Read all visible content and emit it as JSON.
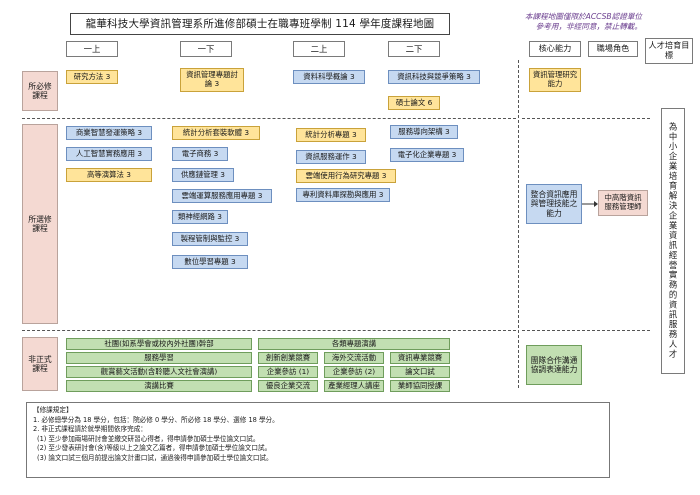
{
  "title": "龍華科技大學資訊管理系所進修部碩士在職專班學制 114 學年度課程地圖",
  "note": [
    "本課程地圖僅限於ACCSB認證單位",
    "參考用，非經同意，禁止轉載。"
  ],
  "semesters": [
    "一上",
    "一下",
    "二上",
    "二下"
  ],
  "right_headers": {
    "core": "核心能力",
    "role": "職場角色",
    "talent": "人才培育目標"
  },
  "categories": {
    "required": "所必修課程",
    "elective": "所選修課程",
    "informal": "非正式課程"
  },
  "required": {
    "s1": "研究方法 3",
    "s2": "資訊管理專題討論 3",
    "s3": "資料科學概論 3",
    "s4a": "資訊科技與競爭策略 3",
    "s4b": "碩士論文 6"
  },
  "required_core": "資訊管理研究能力",
  "elective": {
    "s1": [
      "商業智慧發運策略 3",
      "人工智慧實務應用 3",
      "高等演算法 3"
    ],
    "s2": [
      "統計分析套裝軟體 3",
      "電子商務 3",
      "供應鏈管理 3",
      "雲端運算服務應用專題 3",
      "類神經網路 3",
      "製程管制與監控 3",
      "數位學習專題 3"
    ],
    "s3": [
      "統計分析專題 3",
      "資訊服務運作 3",
      "雲端使用行為研究專題 3",
      "專利資料庫探勘與應用 3"
    ],
    "s4": [
      "服務導向架構 3",
      "電子化企業專題 3"
    ]
  },
  "elective_core": "整合資訊應用與管理技能之能力",
  "elective_role": "中高階資訊服務管理師",
  "talent_goal": "為中小企業培育解決企業資訊經營實務的資訊服務人才",
  "informal": {
    "row1_left": "社團(如系學會或校內外社團)幹部",
    "row1_right": "各類專題演講",
    "row2_left": "服務學習",
    "row2_mid": [
      "創新創業競賽",
      "海外交流活動",
      "資訊專業競賽"
    ],
    "row3_left": "觀賞藝文活動(含聆聽人文社會演講)",
    "row3_mid": [
      "企業參訪 (1)",
      "企業參訪 (2)",
      "論文口試"
    ],
    "row4_left": "演講比賽",
    "row4_mid": [
      "優良企業交流",
      "產業經理人講座",
      "業師協同授課"
    ]
  },
  "informal_core": "團隊合作溝通協調表達能力",
  "rules": [
    "【修課規定】",
    "1. 必修總學分為 18 學分，包括：院必修 0 學分、所必修 18 學分、選修 18 學分。",
    "2. 非正式課程請於就學期間依序完成：",
    "(1) 至少參加兩場研討會並繳交研習心得者，得申請參加碩士學位論文口試。",
    "(2) 至少發表研討會(含)等級以上之論文乙篇者，得申請參加碩士學位論文口試。",
    "(3) 論文口試三個月前提出論文計畫口試，通過後得申請參加碩士學位論文口試。"
  ]
}
